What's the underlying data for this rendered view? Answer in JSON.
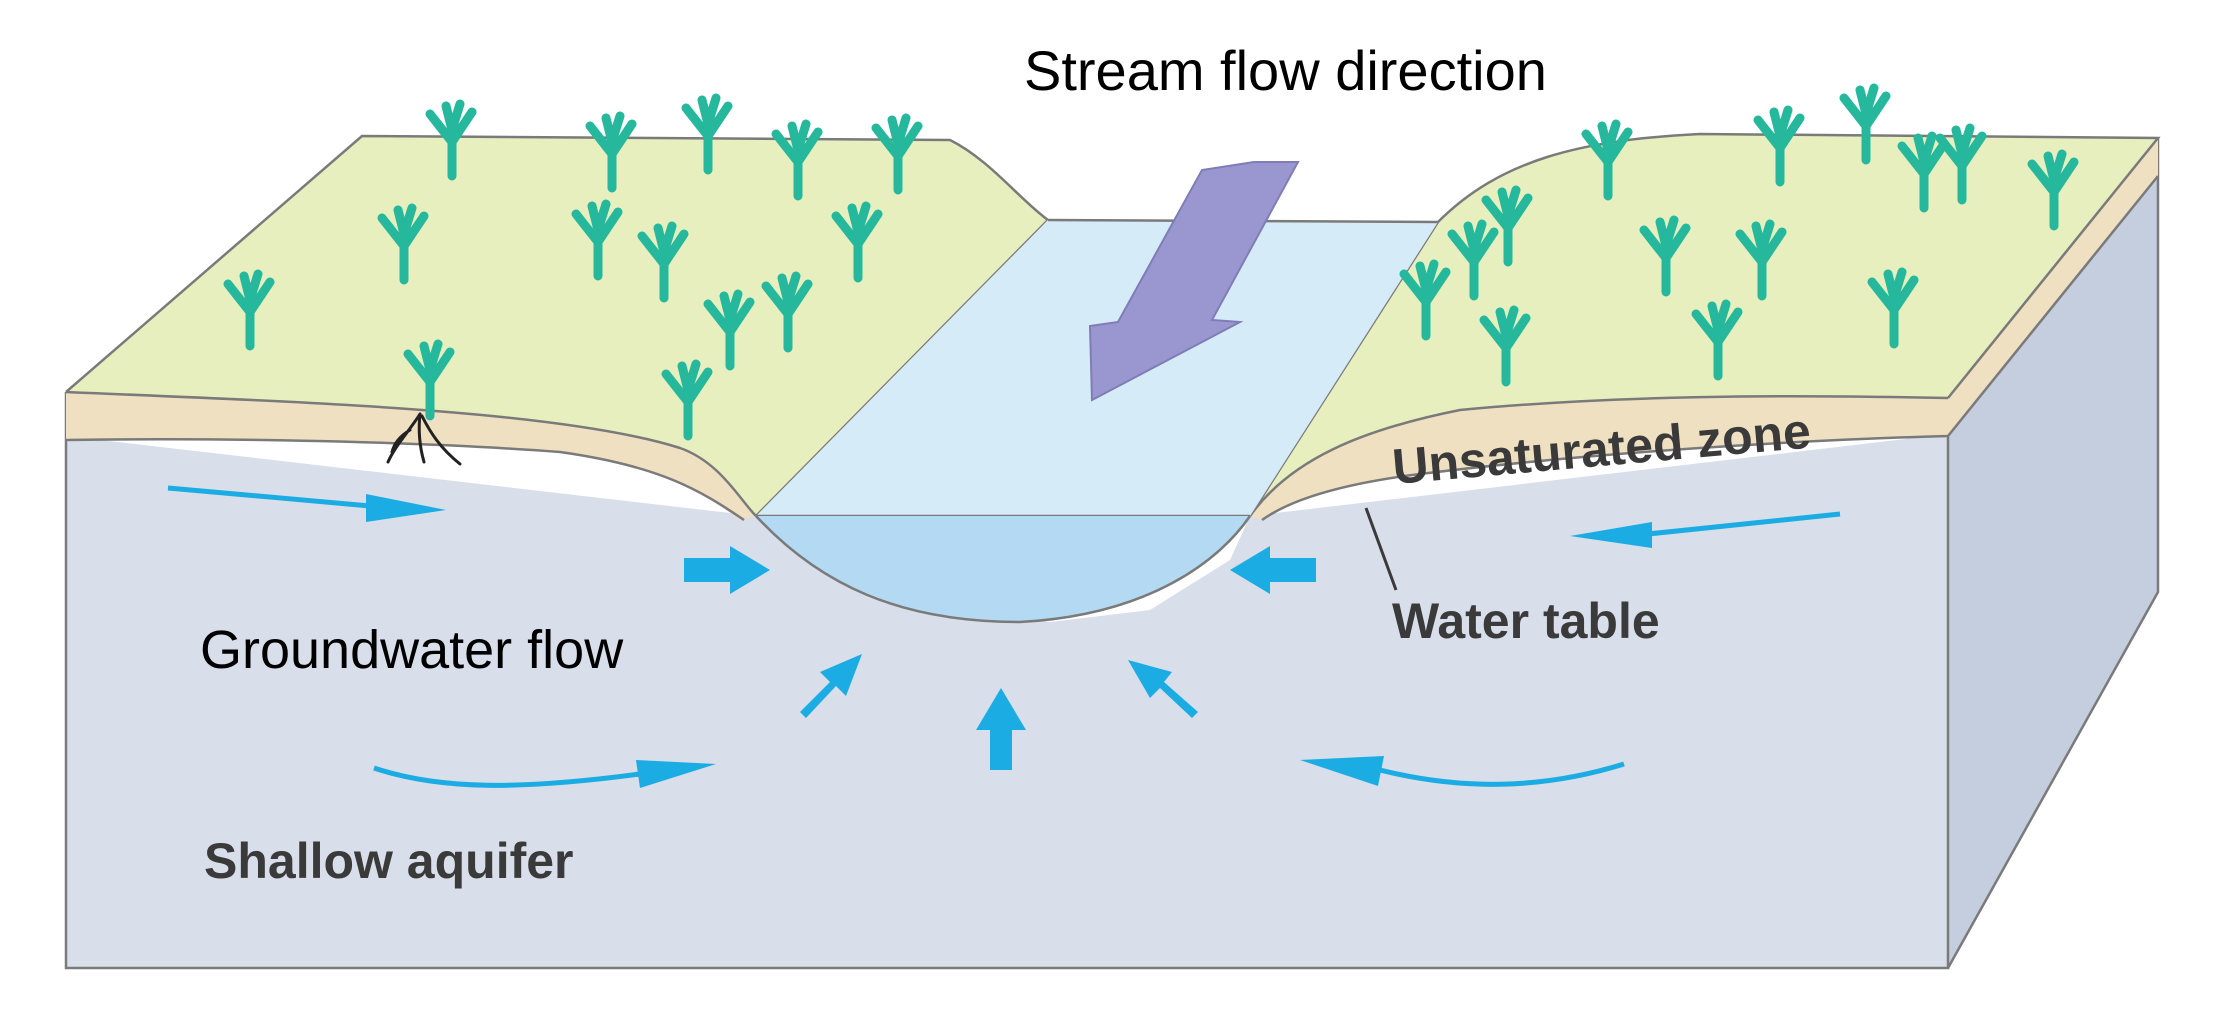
{
  "labels": {
    "stream_flow": "Stream flow direction",
    "groundwater_flow": "Groundwater flow",
    "unsaturated_zone": "Unsaturated zone",
    "water_table": "Water table",
    "shallow_aquifer": "Shallow aquifer"
  },
  "colors": {
    "grass_surface": "#e8efbf",
    "soil_layer": "#efe0c2",
    "aquifer_front": "#d8deea",
    "aquifer_side": "#c5cedf",
    "stream_surface": "#d6ebf8",
    "stream_channel": "#b4daf3",
    "flow_arrow": "#1aace2",
    "stream_arrow": "#9a97d0",
    "plants": "#26b89c"
  },
  "icons": {
    "plant": "grass-tuft-icon",
    "root": "root-icon"
  }
}
